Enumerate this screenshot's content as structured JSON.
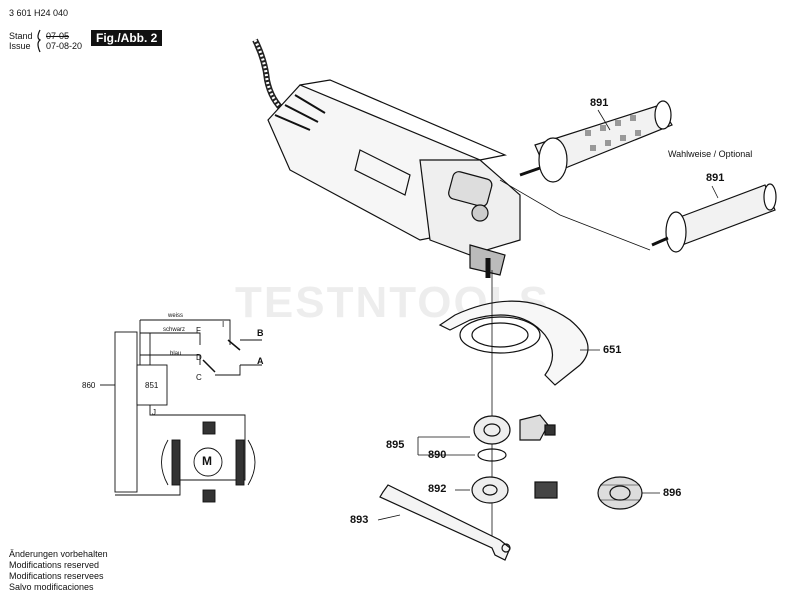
{
  "header": {
    "doc_number": "3 601 H24 040",
    "stand_label": "Stand",
    "stand_old": "07-05",
    "issue_label": "Issue",
    "issue_date": "07-08-20",
    "figure": "Fig./Abb. 2"
  },
  "watermark": "TESTNTOOLS",
  "parts": {
    "p891a": "891",
    "p891b": "891",
    "optional": "Wahlweise / Optional",
    "p651": "651",
    "p895": "895",
    "p890": "890",
    "p892": "892",
    "p896": "896",
    "p893": "893"
  },
  "wiring": {
    "weiss": "weiss",
    "schwarz": "schwarz",
    "blau": "blau",
    "F": "F",
    "I": "I",
    "D": "D",
    "C": "C",
    "J": "J",
    "B": "B",
    "A": "A",
    "p860": "860",
    "p851": "851",
    "motor": "M"
  },
  "notes": [
    "Änderungen vorbehalten",
    "Modifications reserved",
    "Modifications reservees",
    "Salvo modificaciones"
  ]
}
